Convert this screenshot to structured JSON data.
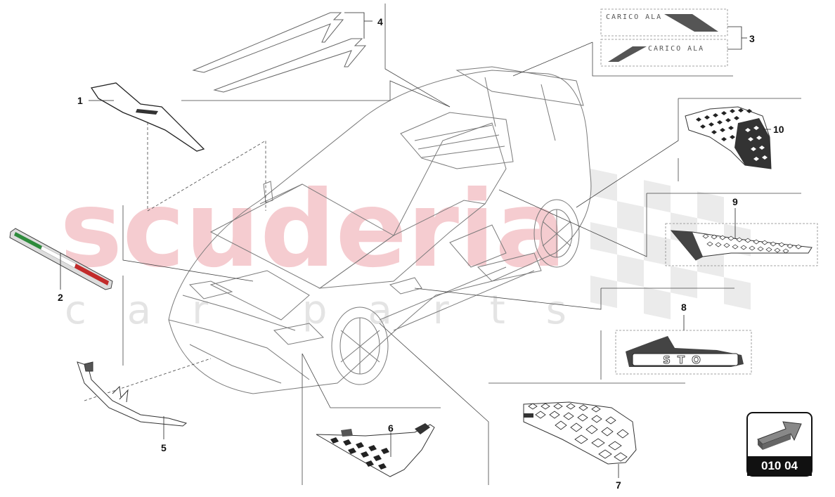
{
  "watermark": {
    "brand": "scuderia",
    "sub": "car parts"
  },
  "callouts": [
    "1",
    "2",
    "3",
    "4",
    "5",
    "6",
    "7",
    "8",
    "9",
    "10"
  ],
  "decals": {
    "carico_top": "CARICO ALA",
    "carico_bottom": "CARICO ALA",
    "sto": "STO"
  },
  "badge": {
    "code": "010 04",
    "icon": "arrow-icon"
  },
  "colors": {
    "watermark_red": "#e8606e",
    "italian_green": "#2e8b3c",
    "italian_red": "#c22b2b",
    "line": "#444444",
    "badge": "#111111"
  }
}
